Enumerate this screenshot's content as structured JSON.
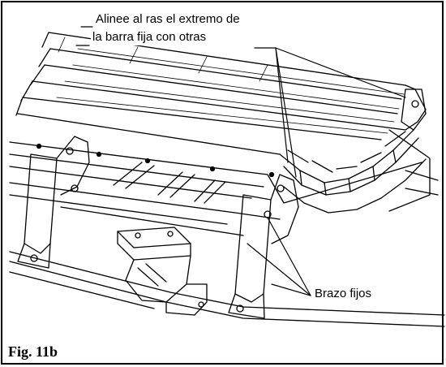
{
  "figure": {
    "caption": "Fig. 11b"
  },
  "callouts": {
    "align_line1": "Alinee al ras el extremo de",
    "align_line2": "la barra fija con otras",
    "arms": "Brazo fijos"
  }
}
